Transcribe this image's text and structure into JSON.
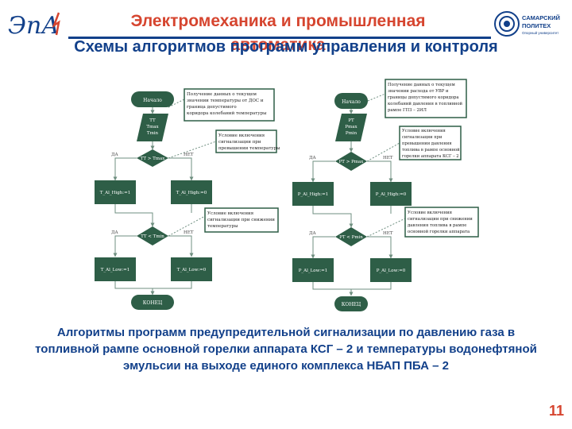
{
  "header": {
    "title": "Электромеханика и промышленная автоматика",
    "subtitle": "Схемы алгоритмов программ управления и контроля",
    "logo_left_text": "ЭпА",
    "logo_right": {
      "line1": "САМАРСКИЙ",
      "line2": "ПОЛИТЕХ",
      "line3": "Опорный университет"
    }
  },
  "colors": {
    "title": "#d6452f",
    "accent": "#12408a",
    "box_fill": "#2e5e47",
    "box_text": "#ffffff",
    "line": "#6f8f80"
  },
  "flowchart_left": {
    "start": "Начало",
    "input": [
      "TT",
      "Tmax",
      "Tmin"
    ],
    "note_input": [
      "Получение данных о текущем",
      "значении температуры от ДОС и",
      "граница допустимого",
      "коридора колебаний температуры"
    ],
    "decision1": "TT > Tmax",
    "note_decision1": [
      "Условие включения",
      "сигнализации при",
      "превышении температуры"
    ],
    "yes": "ДА",
    "no": "НЕТ",
    "box_high_1": "T_Al_High:=1",
    "box_high_0": "T_Al_High:=0",
    "decision2": "TT < Tmin",
    "note_decision2": [
      "Условие включения",
      "сигнализации при снижении",
      "температуры"
    ],
    "box_low_1": "T_Al_Low:=1",
    "box_low_0": "T_Al_Low:=0",
    "end": "КОНЕЦ"
  },
  "flowchart_right": {
    "start": "Начало",
    "input": [
      "PT",
      "Pmax",
      "Pmin"
    ],
    "note_input": [
      "Получение данных о текущем",
      "значении расхода от УВР и",
      "границы допустимого коридора",
      "колебаний давления в топливной",
      "рампе ГПЗ – 2ИЛ"
    ],
    "decision1": "PT > Pmax",
    "note_decision1": [
      "Условие включения",
      "сигнализации при",
      "превышении давления",
      "топлива в рампе основной",
      "горелки аппарата КСГ – 2"
    ],
    "yes": "ДА",
    "no": "НЕТ",
    "box_high_1": "P_Al_High:=1",
    "box_high_0": "P_Al_High:=0",
    "decision2": "PT < Pmin",
    "note_decision2": [
      "Условие включения",
      "сигнализации при снижении",
      "давления топлива в рампе",
      "основной горелки аппарата"
    ],
    "box_low_1": "P_Al_Low:=1",
    "box_low_0": "P_Al_Low:=0",
    "end": "КОНЕЦ"
  },
  "caption": "Алгоритмы программ предупредительной сигнализации по давлению газа в топливной рампе основной горелки аппарата КСГ – 2 и температуры водонефтяной эмульсии на выходе единого комплекса НБАП ПБА – 2",
  "page_number": "11"
}
